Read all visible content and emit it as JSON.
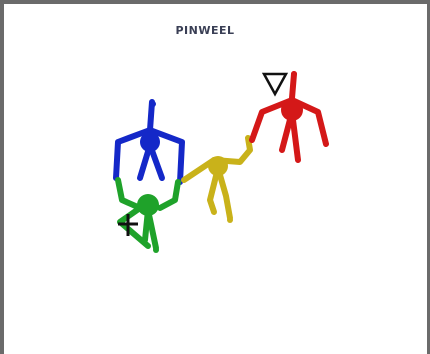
{
  "title": "PINWEEL",
  "figures": [
    {
      "name": "blue-figure",
      "color": "#1428c8"
    },
    {
      "name": "green-figure",
      "color": "#1fa22a"
    },
    {
      "name": "yellow-figure",
      "color": "#c9b21a"
    },
    {
      "name": "red-figure",
      "color": "#d41818"
    }
  ],
  "markers": [
    {
      "name": "plus-marker-icon",
      "symbol": "+"
    },
    {
      "name": "triangle-down-marker-icon",
      "symbol": "▽"
    }
  ]
}
